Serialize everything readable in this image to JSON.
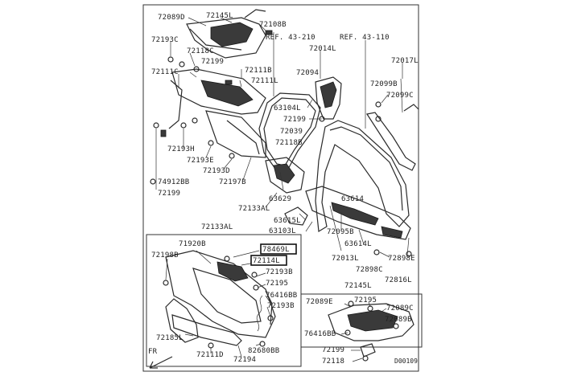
{
  "labels": {
    "l_72089D": "72089D",
    "l_72145L_top": "72145L",
    "l_72108B": "72108B",
    "l_72193C": "72193C",
    "l_72118C": "72118C",
    "ref_43_210": "REF. 43-210",
    "ref_43_110": "REF. 43-110",
    "l_72199_a": "72199",
    "l_72014L": "72014L",
    "l_72017L": "72017L",
    "l_72111C": "72111C",
    "l_72111B": "72111B",
    "l_72094": "72094",
    "l_72111L": "72111L",
    "l_72099B": "72099B",
    "l_72099C": "72099C",
    "l_63104L": "63104L",
    "l_72199_b": "72199",
    "l_72039": "72039",
    "l_72118B": "72118B",
    "l_72193H": "72193H",
    "l_72193E": "72193E",
    "l_72193D": "72193D",
    "l_72197B": "72197B",
    "l_74912BB": "74912BB",
    "l_72199_c": "72199",
    "l_63629": "63629",
    "l_63614": "63614",
    "l_72133AL_a": "72133AL",
    "l_63615L": "63615L",
    "l_72133AL_b": "72133AL",
    "l_63103L": "63103L",
    "l_72095B": "72095B",
    "l_63614L": "63614L",
    "l_72013L": "72013L",
    "l_72898E": "72898E",
    "l_72898C": "72898C",
    "l_72816L": "72816L",
    "l_71920B": "71920B",
    "l_78469L": "78469L",
    "l_72198B": "72198B",
    "l_72114L": "72114L",
    "l_72193B_a": "72193B",
    "l_72195_a": "72195",
    "l_76416BB_a": "76416BB",
    "l_72193B_b": "72193B",
    "l_72185L": "72185L",
    "l_82680BB": "82680BB",
    "l_72111D": "72111D",
    "l_72194": "72194",
    "fr": "FR",
    "l_72145L_b": "72145L",
    "l_72089E": "72089E",
    "l_72195_b": "72195",
    "l_72089C": "72089C",
    "l_72089B": "72089B",
    "l_76416BB_b": "76416BB",
    "l_72199_d": "72199",
    "l_72118": "72118",
    "code": "D00109"
  }
}
